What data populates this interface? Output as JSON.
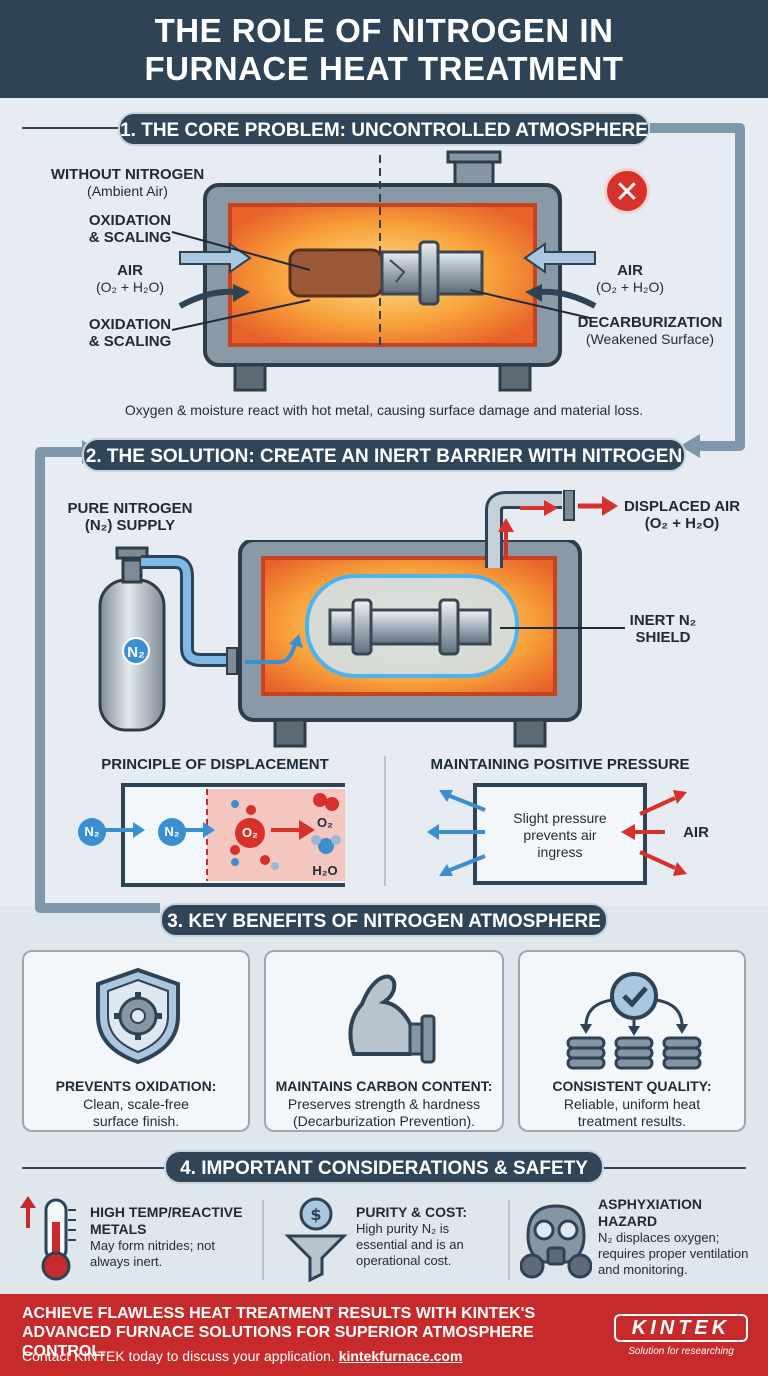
{
  "title": {
    "line1": "THE ROLE OF NITROGEN IN",
    "line2": "FURNACE HEAT TREATMENT"
  },
  "section1": {
    "heading": "1. THE CORE PROBLEM: UNCONTROLLED ATMOSPHERE",
    "without_label": "WITHOUT NITROGEN",
    "without_sub": "(Ambient Air)",
    "oxidation1_l1": "OXIDATION",
    "oxidation1_l2": "& SCALING",
    "air_left": "AIR",
    "air_left_sub": "(O₂ + H₂O)",
    "oxidation2_l1": "OXIDATION",
    "oxidation2_l2": "& SCALING",
    "air_right": "AIR",
    "air_right_sub": "(O₂ + H₂O)",
    "decarb": "DECARBURIZATION",
    "decarb_sub": "(Weakened Surface)",
    "caption": "Oxygen & moisture react with hot metal, causing surface damage and material loss."
  },
  "section2": {
    "heading": "2. THE SOLUTION: CREATE AN INERT BARRIER WITH NITROGEN",
    "supply_l1": "PURE NITROGEN",
    "supply_l2": "(N₂) SUPPLY",
    "cylinder_label": "N₂",
    "displaced_l1": "DISPLACED AIR",
    "displaced_l2": "(O₂ + H₂O)",
    "shield_l1": "INERT N₂",
    "shield_l2": "SHIELD",
    "displacement_title": "PRINCIPLE OF DISPLACEMENT",
    "disp_n1": "N₂",
    "disp_n2": "N₂",
    "disp_o2": "O₂",
    "disp_out_o2": "O₂",
    "disp_out_h2o": "H₂O",
    "pressure_title": "MAINTAINING POSITIVE PRESSURE",
    "pressure_text_l1": "Slight pressure",
    "pressure_text_l2": "prevents air",
    "pressure_text_l3": "ingress",
    "pressure_air": "AIR"
  },
  "section3": {
    "heading": "3. KEY BENEFITS OF NITROGEN ATMOSPHERE",
    "benefits": [
      {
        "title": "PREVENTS OXIDATION:",
        "d1": "Clean, scale-free",
        "d2": "surface finish."
      },
      {
        "title": "MAINTAINS CARBON CONTENT:",
        "d1": "Preserves strength & hardness",
        "d2": "(Decarburization Prevention)."
      },
      {
        "title": "CONSISTENT QUALITY:",
        "d1": "Reliable, uniform heat",
        "d2": "treatment results."
      }
    ]
  },
  "section4": {
    "heading": "4. IMPORTANT CONSIDERATIONS & SAFETY",
    "items": [
      {
        "t1": "HIGH TEMP/REACTIVE",
        "t2": "METALS",
        "d1": "May form nitrides; not",
        "d2": "always inert.",
        "d3": ""
      },
      {
        "t1": "PURITY & COST:",
        "t2": "",
        "d1": "High purity N₂ is",
        "d2": "essential and is an",
        "d3": "operational cost."
      },
      {
        "t1": "ASPHYXIATION",
        "t2": "HAZARD",
        "d1": "N₂ displaces oxygen;",
        "d2": "requires proper ventilation",
        "d3": "and monitoring."
      }
    ]
  },
  "footer": {
    "headline_l1": "ACHIEVE FLAWLESS HEAT TREATMENT RESULTS WITH KINTEK'S",
    "headline_l2": "ADVANCED FURNACE SOLUTIONS FOR SUPERIOR ATMOSPHERE CONTROL.",
    "contact": "Contact KINTEK today to discuss your application.",
    "url": "kintekfurnace.com",
    "logo": "KINTEK",
    "tagline": "Solution for researching"
  },
  "colors": {
    "navy": "#2f4357",
    "red": "#c62a2a",
    "flow_blue": "#3a8fd0",
    "furnace_orange": "#f48a2e"
  }
}
